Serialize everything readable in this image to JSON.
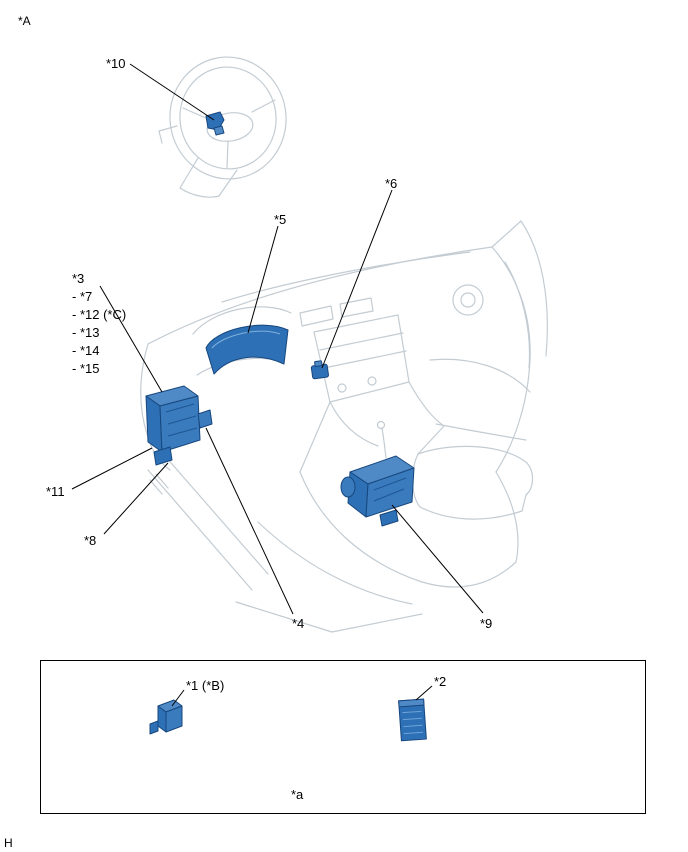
{
  "page": {
    "marker_top_left": "*A",
    "marker_bottom_left": "H"
  },
  "callouts": {
    "c10": "*10",
    "c6": "*6",
    "c5": "*5",
    "c3": "*3",
    "c3_sub": [
      "- *7",
      "- *12 (*C)",
      "- *13",
      "- *14",
      "- *15"
    ],
    "c11": "*11",
    "c8": "*8",
    "c4": "*4",
    "c9": "*9"
  },
  "legend": {
    "c1": "*1 (*B)",
    "c2": "*2",
    "ca": "*a"
  },
  "colors": {
    "highlight_blue": "#2e70b5",
    "highlight_blue_dark": "#17477e",
    "highlight_blue_light": "#4f8ac7",
    "line_art_gray": "#c3ccd3",
    "leader_line_black": "#000000"
  }
}
